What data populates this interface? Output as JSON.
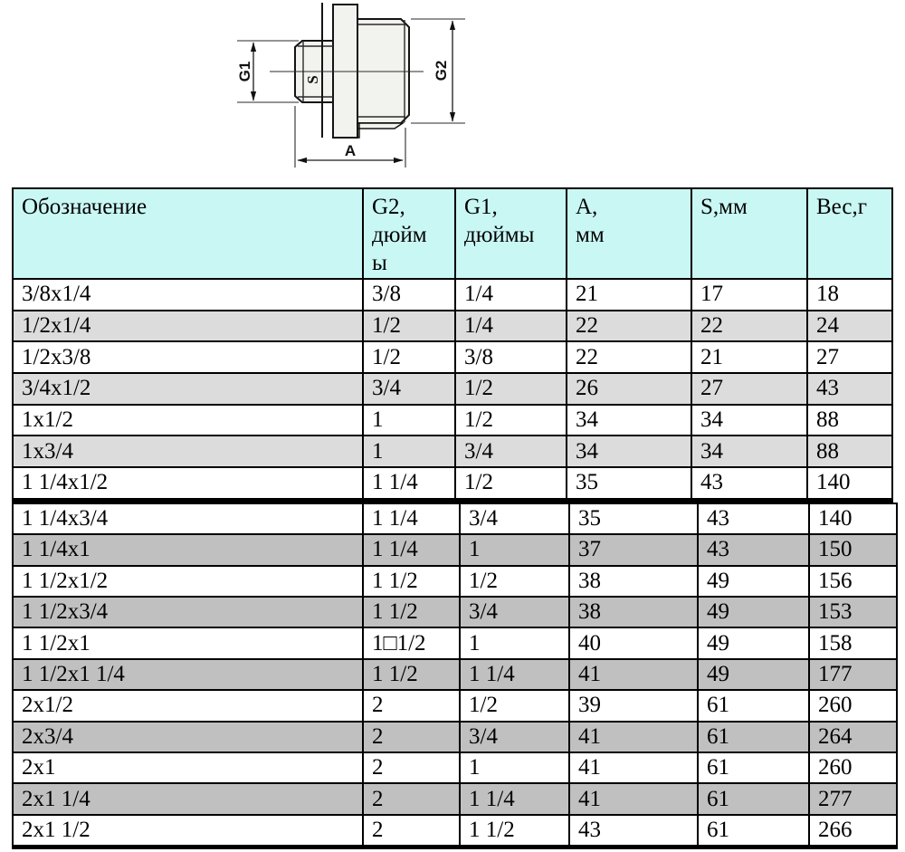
{
  "drawing": {
    "labels": {
      "g1": "G1",
      "g2": "G2",
      "s": "S",
      "a": "A"
    }
  },
  "colors": {
    "header_bg": "#c9f7f4",
    "stripe_upper": "#dcdcdc",
    "stripe_lower": "#c0c0c0",
    "line": "#000000"
  },
  "table": {
    "header": {
      "designation": "Обозначение",
      "g2": "G2,\nдюйм\nы",
      "g1": "G1,\nдюймы",
      "a": "А,\nмм",
      "s": "S,мм",
      "weight": "Вес,г"
    },
    "rows_upper": [
      [
        "3/8x1/4",
        "3/8",
        "1/4",
        "21",
        "17",
        "18"
      ],
      [
        "1/2x1/4",
        "1/2",
        "1/4",
        "22",
        "22",
        "24"
      ],
      [
        "1/2x3/8",
        "1/2",
        "3/8",
        "22",
        "21",
        "27"
      ],
      [
        "3/4x1/2",
        "3/4",
        "1/2",
        "26",
        "27",
        "43"
      ],
      [
        "1x1/2",
        "1",
        "1/2",
        "34",
        "34",
        "88"
      ],
      [
        "1x3/4",
        "1",
        "3/4",
        "34",
        "34",
        "88"
      ],
      [
        "1 1/4x1/2",
        "1 1/4",
        "1/2",
        "35",
        "43",
        "140"
      ]
    ],
    "rows_lower": [
      [
        "1 1/4x3/4",
        "1 1/4",
        "3/4",
        "35",
        "43",
        "140"
      ],
      [
        "1 1/4x1",
        "1 1/4",
        "1",
        "37",
        "43",
        "150"
      ],
      [
        "1 1/2x1/2",
        "1 1/2",
        "1/2",
        "38",
        "49",
        "156"
      ],
      [
        "1 1/2x3/4",
        "1 1/2",
        "3/4",
        "38",
        "49",
        "153"
      ],
      [
        "1 1/2x1",
        "1□1/2",
        "1",
        "40",
        "49",
        "158"
      ],
      [
        "1 1/2x1 1/4",
        "1 1/2",
        "1 1/4",
        "41",
        "49",
        "177"
      ],
      [
        "2x1/2",
        "2",
        "1/2",
        "39",
        "61",
        "260"
      ],
      [
        "2x3/4",
        "2",
        "3/4",
        "41",
        "61",
        "264"
      ],
      [
        "2x1",
        "2",
        "1",
        "41",
        "61",
        "260"
      ],
      [
        "2x1 1/4",
        "2",
        "1 1/4",
        "41",
        "61",
        "277"
      ],
      [
        "2x1 1/2",
        "2",
        "1 1/2",
        "43",
        "61",
        "266"
      ]
    ]
  }
}
